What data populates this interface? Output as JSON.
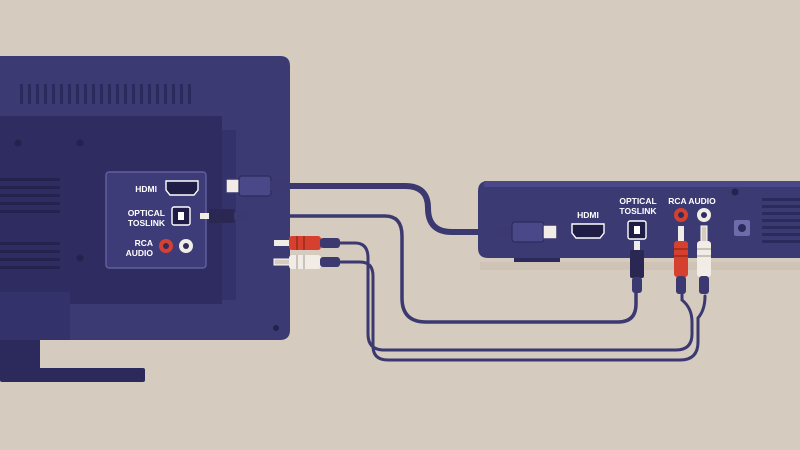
{
  "colors": {
    "background": "#d6cbbf",
    "device_body": "#3c3a73",
    "device_dark": "#2c2a5c",
    "panel": "#34326a",
    "cable": "#3b3970",
    "rca_red": "#d6412f",
    "rca_white": "#f1ede6",
    "label_text": "#ffffff"
  },
  "tv": {
    "ports": {
      "hdmi_label": "HDMI",
      "optical_label_1": "OPTICAL",
      "optical_label_2": "TOSLINK",
      "rca_label_1": "RCA",
      "rca_label_2": "AUDIO"
    }
  },
  "receiver": {
    "ports": {
      "hdmi_label": "HDMI",
      "optical_label_1": "OPTICAL",
      "optical_label_2": "TOSLINK",
      "rca_label": "RCA AUDIO"
    }
  },
  "cables": [
    {
      "name": "hdmi-cable",
      "from": "tv-hdmi-port",
      "to": "receiver-hdmi-port"
    },
    {
      "name": "optical-cable",
      "from": "tv-optical-port",
      "to": "receiver-optical-port"
    },
    {
      "name": "rca-cable",
      "from": "tv-rca-ports",
      "to": "receiver-rca-ports"
    }
  ]
}
